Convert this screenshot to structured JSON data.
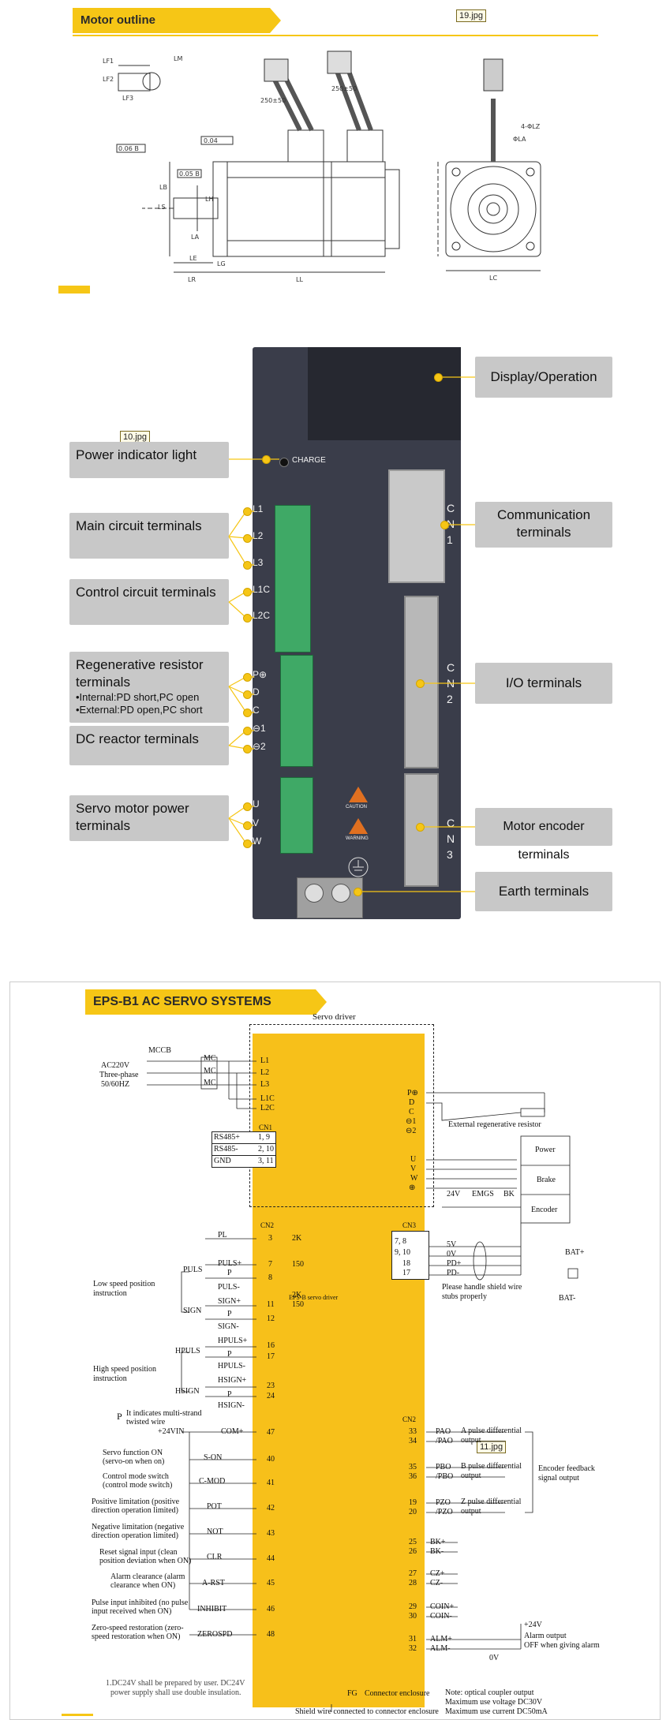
{
  "section1": {
    "banner": "Motor outline",
    "tag": "19.jpg",
    "dims": {
      "lm": "LM",
      "lf2": "LF2",
      "lf1": "LF1",
      "lf3": "LF3",
      "cable1": "250±50",
      "cable2": "250±50",
      "ll": "LL",
      "lr": "LR",
      "le": "LE",
      "lg": "LG",
      "la": "LA",
      "ls": "LS",
      "lc": "LC",
      "lz": "4-ΦLZ",
      "phi_la": "ΦLA",
      "lb": "LB",
      "lh": "LH",
      "tol1": "0.06 B",
      "tol2": "0.04",
      "tol3": "0.05 B"
    }
  },
  "section2": {
    "tag": "10.jpg",
    "charge": "CHARGE",
    "left_labels": [
      "Power indicator light",
      "Main circuit terminals",
      "Control circuit terminals",
      "Regenerative resistor terminals",
      "•Internal:PD short,PC open",
      "•External:PD open,PC short",
      "DC reactor terminals",
      "Servo motor power terminals"
    ],
    "right_labels": [
      "Display/Operation",
      "Communication terminals",
      "I/O terminals",
      "Motor encoder terminals",
      "Earth  terminals"
    ],
    "terminal_names": [
      "L1",
      "L2",
      "L3",
      "L1C",
      "L2C",
      "P⊕",
      "D",
      "C",
      "⊖1",
      "⊖2",
      "U",
      "V",
      "W"
    ],
    "cn_labels": [
      "C",
      "N",
      "1",
      "C",
      "N",
      "2",
      "C",
      "N",
      "3"
    ],
    "caution": "CAUTION",
    "warning": "WARNING"
  },
  "section3": {
    "banner": "EPS-B1 AC SERVO SYSTEMS",
    "tag": "11.jpg",
    "servo_driver": "Servo driver",
    "mccb": "MCCB",
    "supply": [
      "AC220V",
      "Three-phase",
      "50/60HZ"
    ],
    "mc": [
      "MC",
      "MC",
      "MC"
    ],
    "power_terms": [
      "L1",
      "L2",
      "L3",
      "L1C",
      "L2C"
    ],
    "regen_terms": [
      "P⊕",
      "D",
      "C",
      "⊖1",
      "⊖2"
    ],
    "ext_resistor": "External regenerative resistor",
    "cn1": "CN1",
    "rs_rows": [
      [
        "RS485+",
        "1, 9"
      ],
      [
        "RS485-",
        "2, 10"
      ],
      [
        "GND",
        "3, 11"
      ]
    ],
    "uvw": [
      "U",
      "V",
      "W",
      "⊕"
    ],
    "motor_boxes": [
      "Power",
      "Brake",
      "Encoder"
    ],
    "brake_line": [
      "24V",
      "EMGS",
      "BK"
    ],
    "cn2_top": "CN2",
    "cn3": "CN3",
    "cn3_rows": [
      [
        "7, 8",
        "5V"
      ],
      [
        "9, 10",
        "0V"
      ],
      [
        "18",
        "PD+"
      ],
      [
        "17",
        "PD-"
      ]
    ],
    "bat": [
      "BAT+",
      "BAT-"
    ],
    "shield_note": [
      "Please handle shield wire",
      "stubs properly"
    ],
    "pl": [
      "PL",
      "3",
      "2K"
    ],
    "puls": [
      "PULS+",
      "7",
      "150",
      "PULS-",
      "8"
    ],
    "sign": [
      "SIGN+",
      "11",
      "150",
      "SIGN-",
      "12",
      "2K"
    ],
    "eps_note": "EPS-B servo driver",
    "low_speed": [
      "Low speed position",
      "instruction"
    ],
    "puls_in": "PULS",
    "sign_in": "SIGN",
    "hpuls": [
      "HPULS+",
      "16",
      "HPULS-",
      "17"
    ],
    "hsign": [
      "HSIGN+",
      "23",
      "HSIGN-",
      "24"
    ],
    "high_speed": [
      "High speed position",
      "instruction"
    ],
    "hpuls_in": "HPULS",
    "hsign_in": "HSIGN",
    "p_marks": [
      "P",
      "P",
      "P",
      "P"
    ],
    "twisted_note": [
      "It indicates multi-strand",
      "twisted wire"
    ],
    "twisted_p": "P",
    "com": [
      "+24VIN",
      "COM+",
      "47"
    ],
    "inputs": [
      {
        "desc": [
          "Servo function ON",
          "(servo-on when on)"
        ],
        "sig": "S-ON",
        "pin": "40"
      },
      {
        "desc": [
          "Control mode switch",
          "(control mode switch)"
        ],
        "sig": "C-MOD",
        "pin": "41"
      },
      {
        "desc": [
          "Positive limitation (positive",
          "direction operation limited)"
        ],
        "sig": "POT",
        "pin": "42"
      },
      {
        "desc": [
          "Negative limitation (negative",
          "direction operation limited)"
        ],
        "sig": "NOT",
        "pin": "43"
      },
      {
        "desc": [
          "Reset signal input (clean",
          "position deviation when ON)"
        ],
        "sig": "CLR",
        "pin": "44"
      },
      {
        "desc": [
          "Alarm clearance (alarm",
          "clearance when ON)"
        ],
        "sig": "A-RST",
        "pin": "45"
      },
      {
        "desc": [
          "Pulse input inhibited (no pulse",
          "input received when ON)"
        ],
        "sig": "INHIBIT",
        "pin": "46"
      },
      {
        "desc": [
          "Zero-speed restoration (zero-",
          "speed restoration when ON)"
        ],
        "sig": "ZEROSPD",
        "pin": "48"
      }
    ],
    "cn2_right": "CN2",
    "encoder_out": [
      {
        "pins": [
          "33",
          "34"
        ],
        "sigs": [
          "PAO",
          "/PAO"
        ],
        "desc": [
          "A pulse differential",
          "output"
        ]
      },
      {
        "pins": [
          "35",
          "36"
        ],
        "sigs": [
          "PBO",
          "/PBO"
        ],
        "desc": [
          "B pulse differential",
          "output"
        ]
      },
      {
        "pins": [
          "19",
          "20"
        ],
        "sigs": [
          "PZO",
          "/PZO"
        ],
        "desc": [
          "Z pulse differential",
          "output"
        ]
      }
    ],
    "encoder_feedback": [
      "Encoder feedback",
      "signal output"
    ],
    "outputs": [
      {
        "pins": [
          "25",
          "26"
        ],
        "sigs": [
          "BK+",
          "BK-"
        ]
      },
      {
        "pins": [
          "27",
          "28"
        ],
        "sigs": [
          "CZ+",
          "CZ-"
        ]
      },
      {
        "pins": [
          "29",
          "30"
        ],
        "sigs": [
          "COIN+",
          "COIN-"
        ]
      },
      {
        "pins": [
          "31",
          "32"
        ],
        "sigs": [
          "ALM+",
          "ALM-"
        ]
      }
    ],
    "alarm": [
      "+24V",
      "Alarm output",
      "OFF when giving alarm",
      "0V"
    ],
    "fg": [
      "FG",
      "Connector enclosure"
    ],
    "foot_left": [
      "1.DC24V shall be prepared by user. DC24V",
      "power supply shall use double insulation."
    ],
    "foot_right": [
      "Note: optical coupler output",
      "Maximum use voltage DC30V",
      "Maximum use current DC50mA"
    ],
    "foot_center": "Shield wire connected to connector enclosure"
  }
}
